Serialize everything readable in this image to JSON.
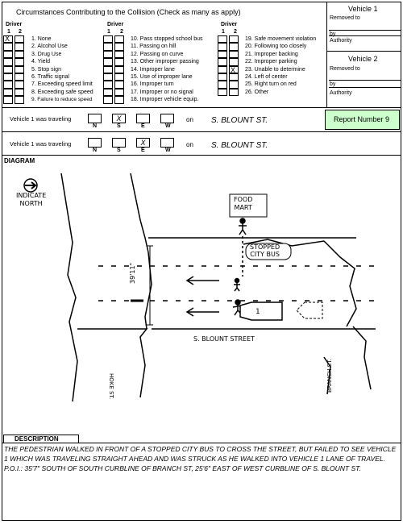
{
  "form": {
    "title": "Circumstances Contributing to the Collision (Check as many as apply)",
    "driver_label": "Driver",
    "col_1": "1",
    "col_2": "2",
    "check_x": "X",
    "group1": [
      "1. None",
      "2. Alcohol Use",
      "3. Drug Use",
      "4. Yield",
      "5. Stop sign",
      "6. Traffic signal",
      "7. Exceeding speed limit",
      "8. Exceeding safe speed",
      "9. Failure to reduce speed"
    ],
    "group2": [
      "10. Pass stopped school bus",
      "11. Passing on hill",
      "12. Passing on curve",
      "13. Other improper passing",
      "14. Improper lane",
      "15. Use of improper lane",
      "16. Improper turn",
      "17. Improper or no signal",
      "18. Improper vehicle equip."
    ],
    "group3": [
      "19. Safe movement violation",
      "20. Following too closely",
      "21. Improper backing",
      "22. Improper parking",
      "23. Unable to determine",
      "24. Left of center",
      "25. Right turn on red",
      "26. Other"
    ]
  },
  "vehicles": {
    "v1_title": "Vehicle 1",
    "v2_title": "Vehicle 2",
    "removed_to": "Removed to",
    "by": "by",
    "authority": "Authority"
  },
  "travel": {
    "label": "Vehicle 1 was traveling",
    "dirs": [
      "N",
      "S",
      "E",
      "W"
    ],
    "on": "on",
    "street": "S. BLOUNT ST.",
    "report_number": "Report Number 9"
  },
  "diagram": {
    "heading": "DIAGRAM",
    "indicate_north": "INDICATE\nNORTH",
    "food_mart": "FOOD\nMART",
    "stopped_bus": "STOPPED\nCITY BUS",
    "distance": "39'11\"",
    "vehicle_number": "1",
    "street_main": "S. BLOUNT STREET",
    "street_hoke": "HOKE ST.",
    "street_branch": "BRANCH ST."
  },
  "description": {
    "heading": "DESCRIPTION",
    "text": "THE PEDESTRIAN WALKED IN FRONT OF A STOPPED CITY BUS TO CROSS THE STREET, BUT FAILED TO SEE VEHICLE 1 WHICH WAS TRAVELING STRAIGHT AHEAD AND WAS STRUCK AS HE WALKED INTO VEHICLE 1 LANE OF TRAVEL.   P.O.I.: 35'7\" SOUTH OF SOUTH CURBLINE OF BRANCH ST, 25'6\" EAST OF WEST CURBLINE OF S. BLOUNT ST."
  }
}
